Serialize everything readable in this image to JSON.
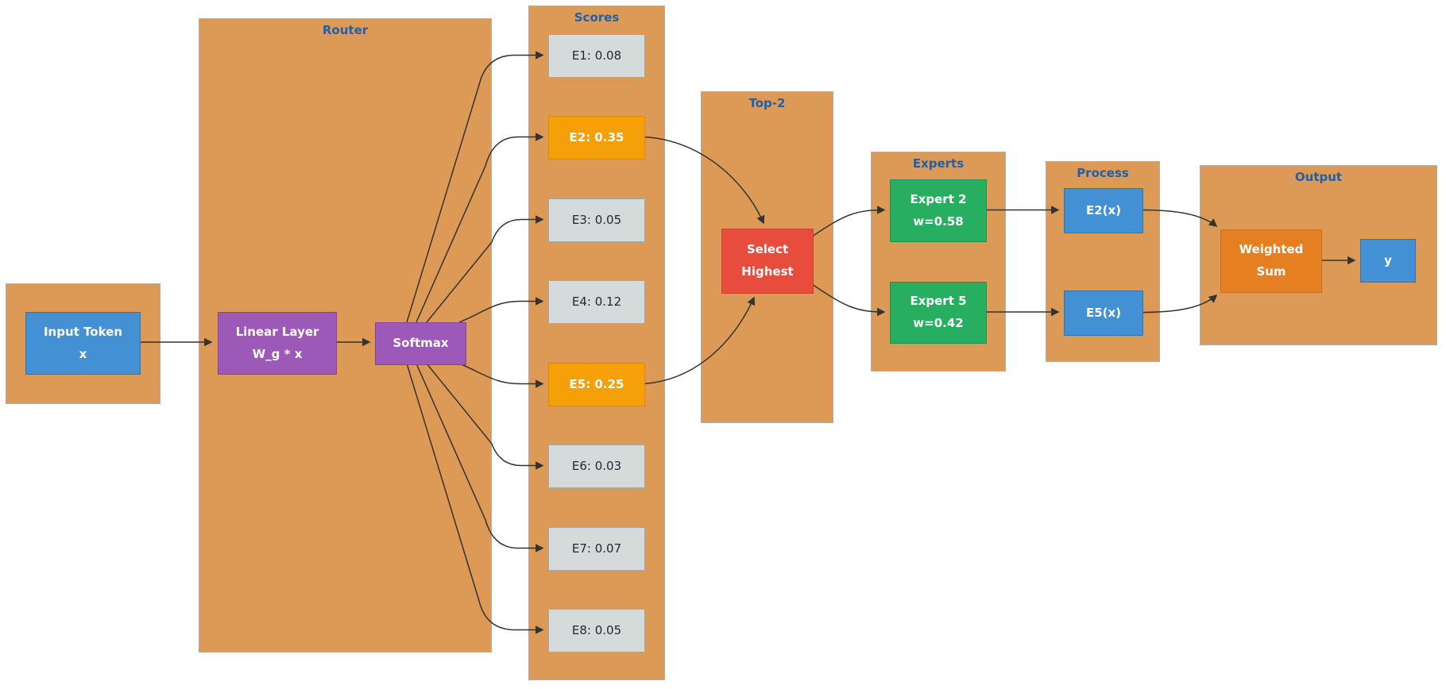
{
  "diagram": {
    "kind": "flowchart",
    "subject": "Mixture-of-Experts Top-2 routing",
    "colors": {
      "group_fill": "#DD9A57",
      "group_label": "#1F61A8",
      "node_blue": "#4490D5",
      "node_purple": "#9C59B8",
      "node_red": "#E74C3C",
      "node_green": "#27AE60",
      "node_orange_selected": "#F5A008",
      "node_orange_sum": "#E67E22",
      "node_gray": "#D5DBDB",
      "edge": "#333333"
    }
  },
  "groups": {
    "input": {
      "label": ""
    },
    "router": {
      "label": "Router"
    },
    "scores": {
      "label": "Scores"
    },
    "top2": {
      "label": "Top-2"
    },
    "experts": {
      "label": "Experts"
    },
    "process": {
      "label": "Process"
    },
    "output": {
      "label": "Output"
    }
  },
  "nodes": {
    "input_token": {
      "line1": "Input Token",
      "line2": "x"
    },
    "linear_layer": {
      "line1": "Linear Layer",
      "line2": "W_g * x"
    },
    "softmax": {
      "label": "Softmax"
    },
    "select_highest": {
      "line1": "Select",
      "line2": "Highest"
    },
    "expert2": {
      "line1": "Expert 2",
      "line2": "w=0.58"
    },
    "expert5": {
      "line1": "Expert 5",
      "line2": "w=0.42"
    },
    "e2x": {
      "label": "E2(x)"
    },
    "e5x": {
      "label": "E5(x)"
    },
    "weighted_sum": {
      "line1": "Weighted",
      "line2": "Sum"
    },
    "y": {
      "label": "y"
    }
  },
  "scores": {
    "items": [
      {
        "label": "E1: 0.08",
        "expert": "E1",
        "value": 0.08,
        "selected": false
      },
      {
        "label": "E2: 0.35",
        "expert": "E2",
        "value": 0.35,
        "selected": true
      },
      {
        "label": "E3: 0.05",
        "expert": "E3",
        "value": 0.05,
        "selected": false
      },
      {
        "label": "E4: 0.12",
        "expert": "E4",
        "value": 0.12,
        "selected": false
      },
      {
        "label": "E5: 0.25",
        "expert": "E5",
        "value": 0.25,
        "selected": true
      },
      {
        "label": "E6: 0.03",
        "expert": "E6",
        "value": 0.03,
        "selected": false
      },
      {
        "label": "E7: 0.07",
        "expert": "E7",
        "value": 0.07,
        "selected": false
      },
      {
        "label": "E8: 0.05",
        "expert": "E8",
        "value": 0.05,
        "selected": false
      }
    ]
  }
}
